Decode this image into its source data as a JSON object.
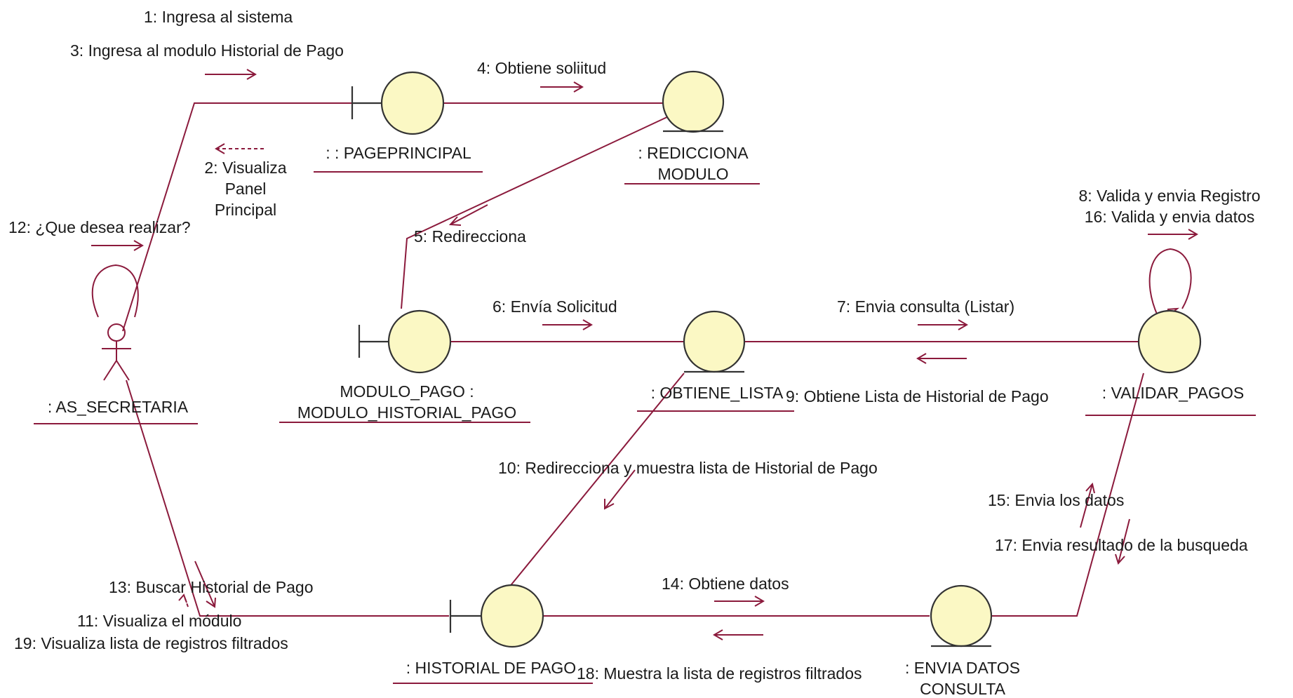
{
  "objects": {
    "actor": {
      "name": ": AS_SECRETARIA"
    },
    "page_principal": {
      "name": ": : PAGEPRINCIPAL"
    },
    "redicciona_modulo": {
      "line1": ": REDICCIONA",
      "line2": "MODULO"
    },
    "modulo_pago": {
      "line1": "MODULO_PAGO :",
      "line2": "MODULO_HISTORIAL_PAGO"
    },
    "obtiene_lista": {
      "name": ": OBTIENE_LISTA"
    },
    "validar_pagos": {
      "name": ": VALIDAR_PAGOS"
    },
    "historial_pago": {
      "name": ": HISTORIAL DE PAGO"
    },
    "envia_datos": {
      "line1": ": ENVIA DATOS",
      "line2": "CONSULTA"
    }
  },
  "messages": {
    "m1": "1: Ingresa al sistema",
    "m3": "3: Ingresa al modulo Historial de Pago",
    "m2_line1": "2: Visualiza",
    "m2_line2": "Panel",
    "m2_line3": "Principal",
    "m4": "4: Obtiene soliitud",
    "m5": "5: Redirecciona",
    "m12": "12: ¿Que desea realizar?",
    "m8": "8: Valida y envia Registro",
    "m16": "16: Valida y envia datos",
    "m6": "6: Envía Solicitud",
    "m7": "7: Envia consulta (Listar)",
    "m9": "9: Obtiene Lista de Historial de Pago",
    "m10": "10: Redirecciona y muestra lista de Historial de Pago",
    "m15": "15: Envia los datos",
    "m17": "17: Envia resultado de la busqueda",
    "m13": "13: Buscar Historial de Pago",
    "m11": "11: Visualiza el módulo",
    "m19": "19: Visualiza lista de registros filtrados",
    "m14": "14: Obtiene datos",
    "m18": "18: Muestra la lista de registros filtrados"
  }
}
